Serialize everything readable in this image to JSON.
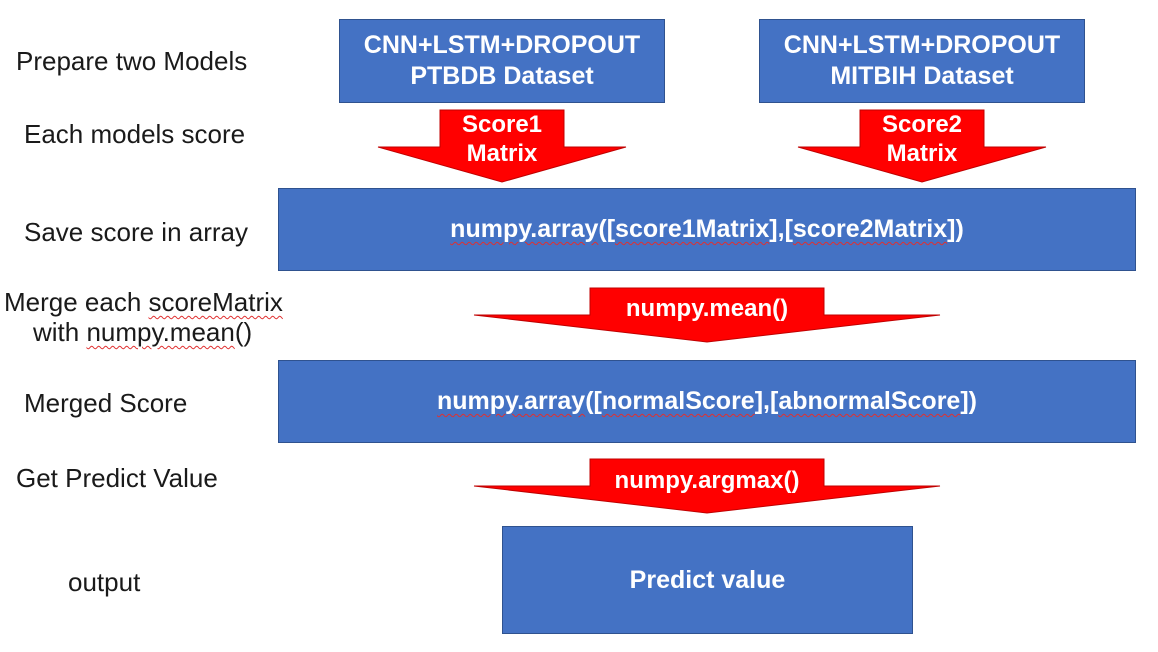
{
  "rows": {
    "prepare": "Prepare two Models",
    "each_score": "Each models score",
    "save_score": "Save score in array",
    "merge_line1": "Merge each ",
    "merge_line1_term": "scoreMatrix",
    "merge_line2": "with ",
    "merge_line2_term": "numpy.mean",
    "merge_line2_tail": "()",
    "merged_score": "Merged Score",
    "get_predict": "Get Predict Value",
    "output": "output"
  },
  "model1": {
    "line1": "CNN+LSTM+DROPOUT",
    "line2": "PTBDB Dataset"
  },
  "model2": {
    "line1": "CNN+LSTM+DROPOUT",
    "line2": "MITBIH Dataset"
  },
  "arrow1": {
    "line1": "Score1",
    "line2": "Matrix"
  },
  "arrow2": {
    "line1": "Score2",
    "line2": "Matrix"
  },
  "save_box": {
    "prefix": "numpy.array",
    "open": "([",
    "term1": "score1Matrix",
    "mid": "],[",
    "term2": "score2Matrix",
    "close": "])"
  },
  "mean_arrow": {
    "label": "numpy.mean()"
  },
  "merged_box": {
    "prefix": "numpy.array",
    "open": "([",
    "term1": "normalScore",
    "mid": "],[",
    "term2": "abnormalScore",
    "close": "])"
  },
  "argmax_arrow": {
    "label": "numpy.argmax()"
  },
  "predict_box": {
    "label": "Predict value"
  },
  "colors": {
    "box_fill": "#4472c4",
    "box_border": "#2f528f",
    "arrow_fill": "#ff0000",
    "arrow_border": "#c00000"
  }
}
